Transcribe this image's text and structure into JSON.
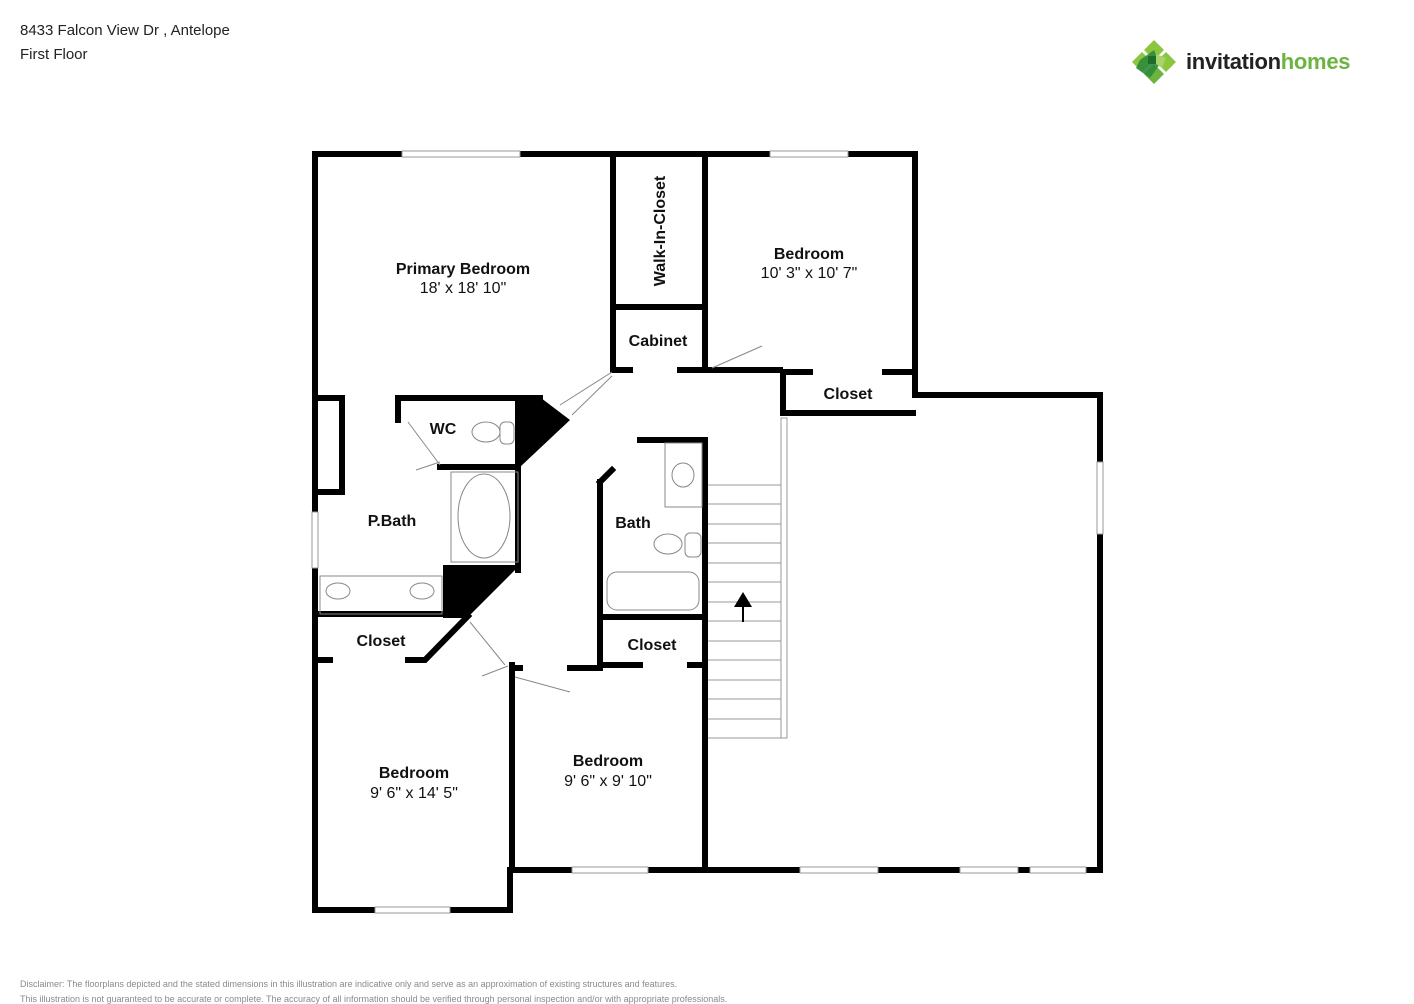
{
  "header": {
    "address": "8433 Falcon View Dr , Antelope",
    "floor": "First Floor"
  },
  "logo": {
    "word1": "invitation",
    "word2": "homes",
    "colors": {
      "light": "#8cc63f",
      "mid": "#6db33f",
      "dark": "#2e8b3a",
      "text": "#222222"
    }
  },
  "rooms": {
    "primary_bedroom": {
      "name": "Primary Bedroom",
      "dims": "18' x 18' 10\""
    },
    "walk_in_closet": {
      "name": "Walk-In-Closet"
    },
    "bedroom_ne": {
      "name": "Bedroom",
      "dims": "10' 3\" x 10' 7\""
    },
    "cabinet": {
      "name": "Cabinet"
    },
    "closet_ne": {
      "name": "Closet"
    },
    "wc": {
      "name": "WC"
    },
    "p_bath": {
      "name": "P.Bath"
    },
    "bath": {
      "name": "Bath"
    },
    "closet_w": {
      "name": "Closet"
    },
    "closet_mid": {
      "name": "Closet"
    },
    "bedroom_sw": {
      "name": "Bedroom",
      "dims": "9' 6\" x 14' 5\""
    },
    "bedroom_s": {
      "name": "Bedroom",
      "dims": "9' 6\" x 9' 10\""
    }
  },
  "disclaimer": {
    "line1": "Disclaimer: The floorplans depicted and the stated dimensions in this illustration are indicative only and serve as an approximation of existing structures and features.",
    "line2": "This illustration is not guaranteed to be accurate or complete. The accuracy of all information should be verified through personal inspection and/or with appropriate professionals."
  }
}
